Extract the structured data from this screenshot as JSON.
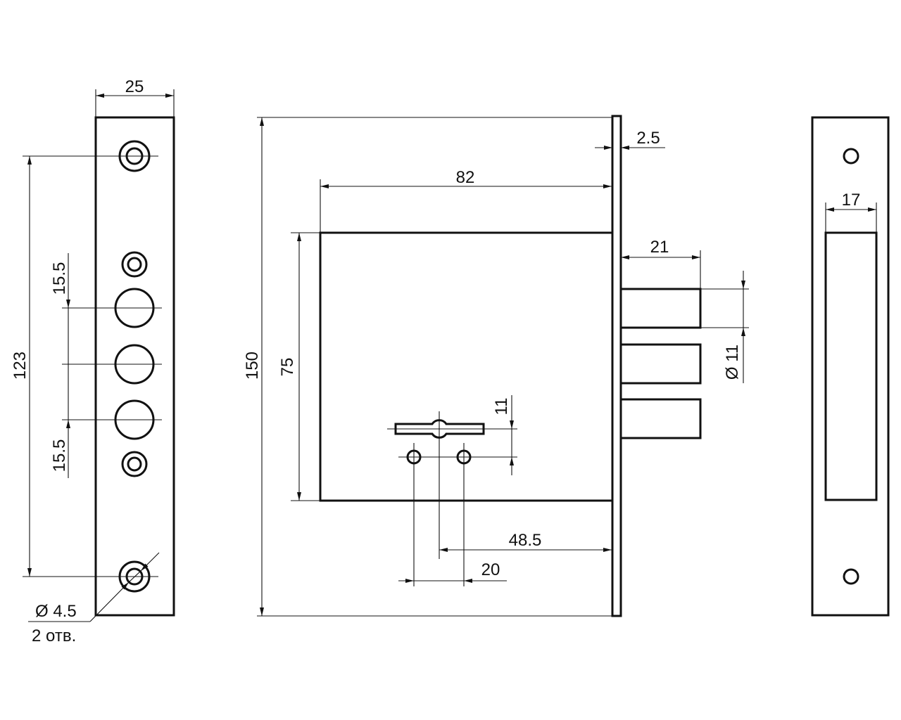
{
  "drawing": {
    "left_view": {
      "width_label": "25",
      "height_label": "123",
      "spacing_upper_label": "15.5",
      "spacing_lower_label": "15.5",
      "hole_diameter_label": "Ø 4.5",
      "hole_count_label": "2 отв."
    },
    "front_view": {
      "overall_height_label": "150",
      "body_height_label": "75",
      "body_width_label": "82",
      "faceplate_thickness_label": "2.5",
      "bolt_throw_label": "21",
      "bolt_diameter_label": "Ø 11",
      "keyhole_offset_label": "11",
      "backset_label": "48.5",
      "hole_spacing_label": "20"
    },
    "strike_view": {
      "opening_width_label": "17"
    },
    "colors": {
      "line": "#111111",
      "background": "#ffffff"
    }
  }
}
